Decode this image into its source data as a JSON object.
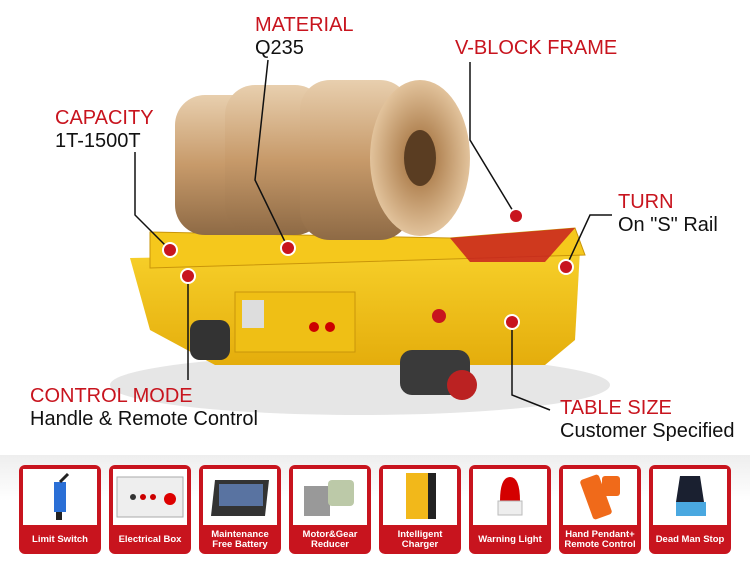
{
  "callouts": {
    "material": {
      "title": "MATERIAL",
      "value": "Q235"
    },
    "v_block": {
      "title": "V-BLOCK FRAME"
    },
    "capacity": {
      "title": "CAPACITY",
      "value": "1T-1500T"
    },
    "turn": {
      "title": "TURN",
      "value": "On \"S\" Rail"
    },
    "control_mode": {
      "title": "CONTROL MODE",
      "value": "Handle & Remote Control"
    },
    "table_size": {
      "title": "TABLE SIZE",
      "value": "Customer Specified"
    }
  },
  "components": [
    {
      "label": "Limit Switch",
      "icon": "limit-switch"
    },
    {
      "label": "Electrical Box",
      "icon": "electrical-box"
    },
    {
      "label": "Maintenance Free Battery",
      "icon": "battery"
    },
    {
      "label": "Motor&Gear Reducer",
      "icon": "motor"
    },
    {
      "label": "Intelligent Charger",
      "icon": "charger"
    },
    {
      "label": "Warning Light",
      "icon": "warning-light"
    },
    {
      "label": "Hand Pendant+ Remote Control",
      "icon": "remote"
    },
    {
      "label": "Dead Man Stop",
      "icon": "sensor"
    }
  ],
  "colors": {
    "accent": "#c8141e",
    "cart": "#f2c21a"
  }
}
